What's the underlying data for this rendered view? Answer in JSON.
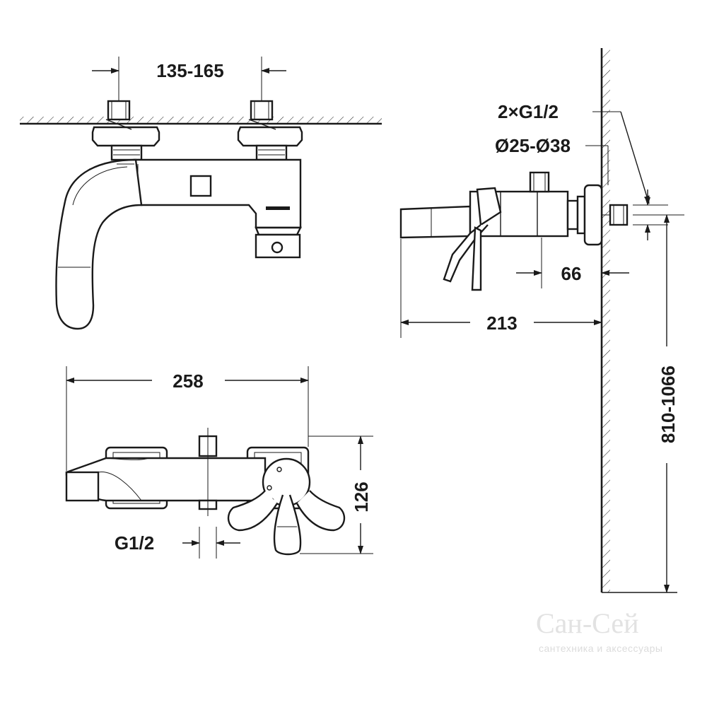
{
  "dimensions": {
    "inlet_spacing": "135-165",
    "thread_pair": "2×G1/2",
    "pipe_diameter": "Ø25-Ø38",
    "wall_clearance": "66",
    "projection": "213",
    "total_length": "258",
    "height": "126",
    "inlet_thread": "G1/2",
    "mount_height": "810-1066"
  },
  "watermark": {
    "brand": "Сан-Сей",
    "tagline": "сантехника и аксессуары"
  }
}
